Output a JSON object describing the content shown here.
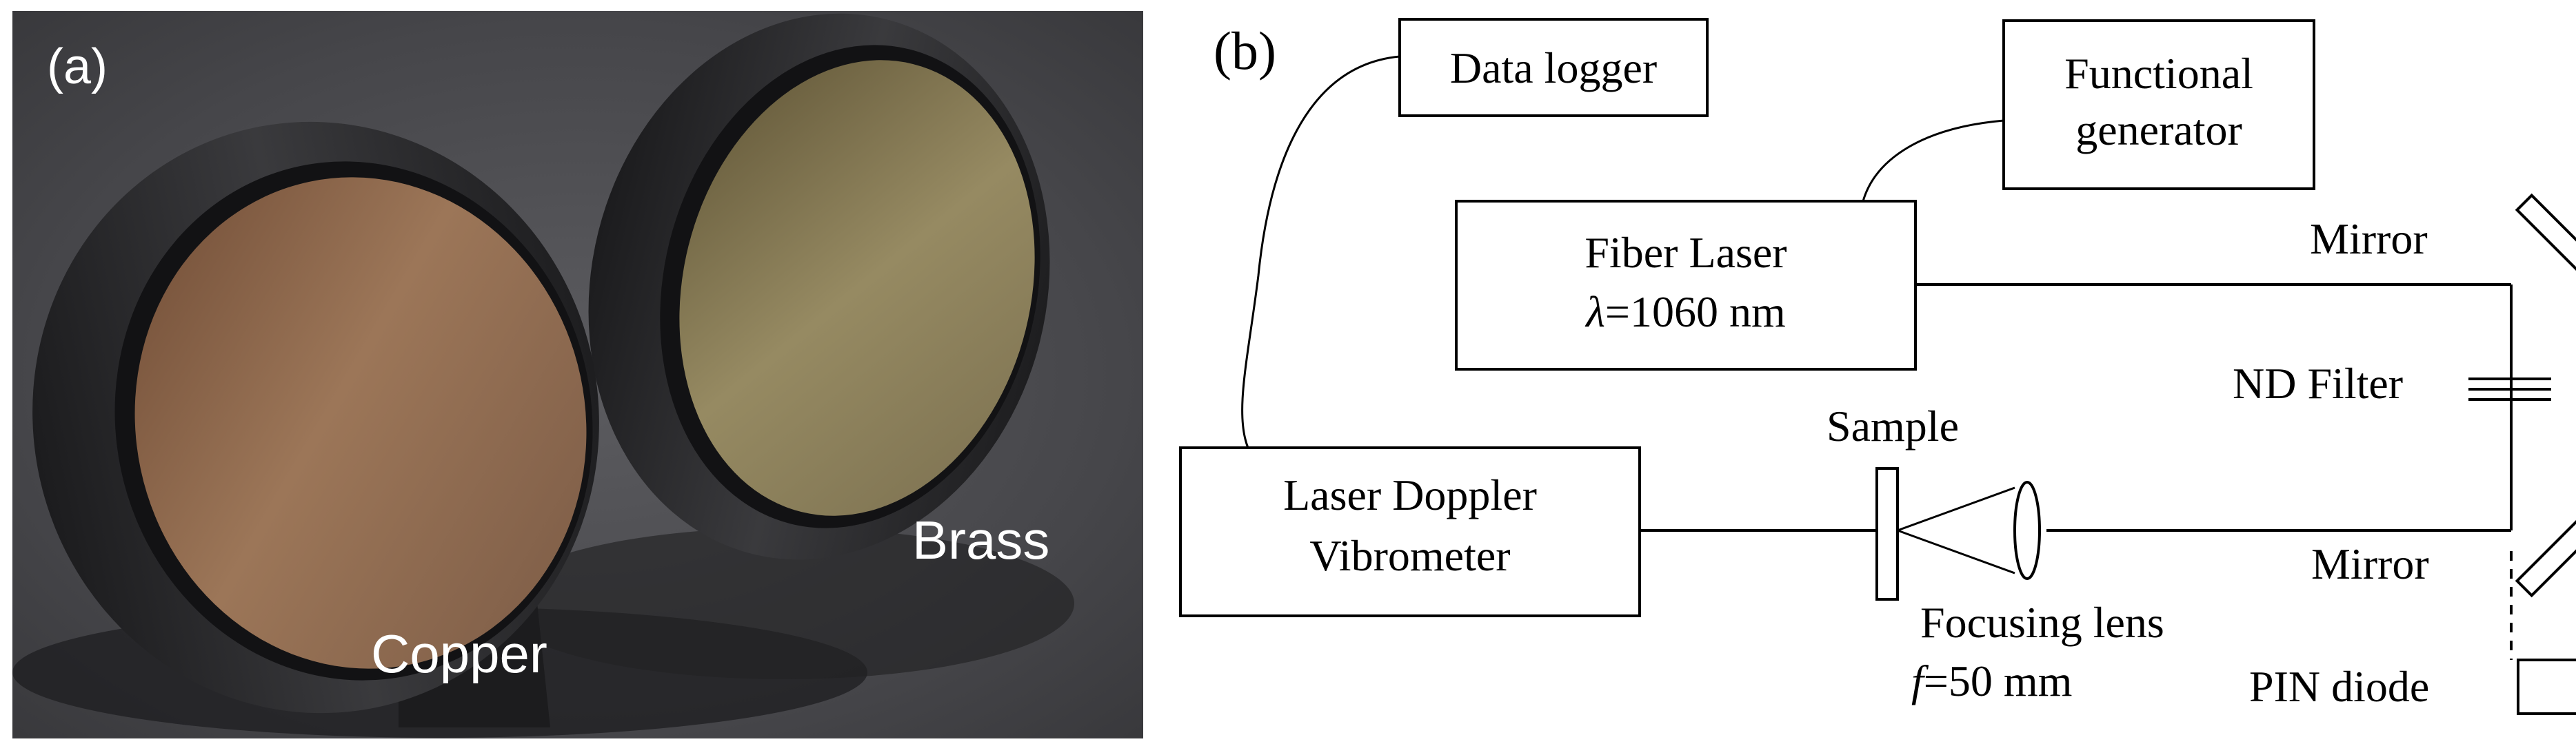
{
  "panel_a": {
    "label": "(a)",
    "copper_label": "Copper",
    "brass_label": "Brass"
  },
  "panel_b": {
    "label": "(b)",
    "data_logger": "Data logger",
    "functional_generator": [
      "Functional",
      "generator"
    ],
    "fiber_laser": [
      "Fiber Laser",
      "λ",
      "=1060 nm"
    ],
    "vibrometer": [
      "Laser Doppler",
      "Vibrometer"
    ],
    "mirror_top": "Mirror",
    "mirror_bottom": "Mirror",
    "nd_filter": "ND Filter",
    "sample": "Sample",
    "focusing_lens": [
      "Focusing lens",
      "f",
      "=50 mm"
    ],
    "pin_diode": "PIN diode"
  },
  "colors": {
    "copper": "#8a6a50",
    "brass": "#857a55",
    "mount": "#2a2a2c",
    "background": "#4a4a4d"
  }
}
